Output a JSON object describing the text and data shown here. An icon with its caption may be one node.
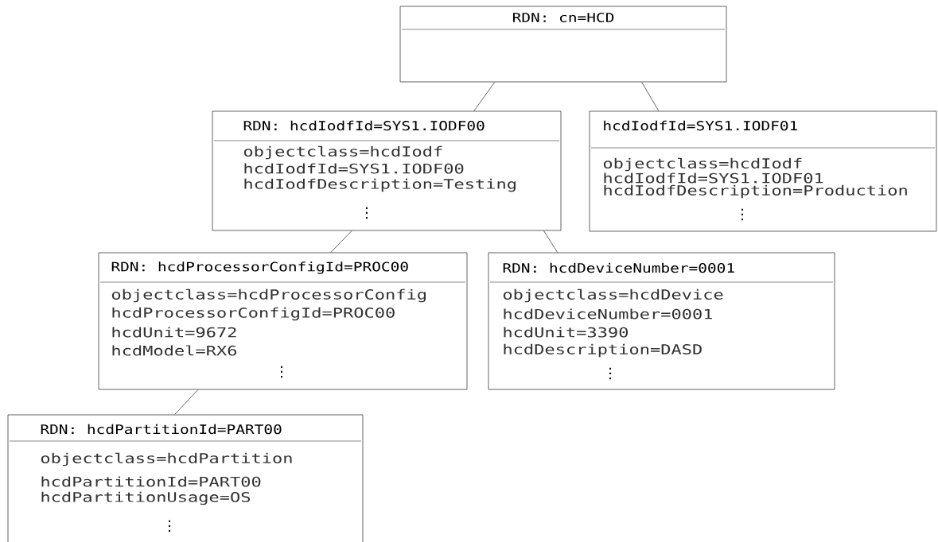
{
  "diagram": {
    "nodes": [
      {
        "text": [
          "RDN: cn=HCD"
        ]
      },
      {
        "text": [
          "RDN: hcdIodfId=SYS1.IODF00",
          "objectclass=hcdIodf",
          "hcdIodfId=SYS1.IODF00",
          "hcdIodfDescription=Testing",
          "⋮"
        ]
      },
      {
        "text": [
          "hcdIodfId=SYS1.IODF01",
          "objectclass=hcdIodf",
          "hcdIodfId=SYS1.IODF01",
          "hcdIodfDescription=Production",
          "⋮"
        ]
      },
      {
        "text": [
          "RDN: hcdProcessorConfigId=PROC00",
          "objectclass=hcdProcessorConfig",
          "hcdProcessorConfigId=PROC00",
          "hcdUnit=9672",
          "hcdModel=RX6",
          "⋮"
        ]
      },
      {
        "text": [
          "RDN: hcdDeviceNumber=0001",
          "objectclass=hcdDevice",
          "hcdDeviceNumber=0001",
          "hcdUnit=3390",
          "hcdDescription=DASD",
          "⋮"
        ]
      },
      {
        "text": [
          "RDN: hcdPartitionId=PART00",
          "objectclass=hcdPartition",
          "hcdPartitionId=PART00",
          "hcdPartitionUsage=OS",
          "⋮"
        ]
      }
    ],
    "edges": [
      {
        "from": 0,
        "to": 1,
        "arrow": "none"
      },
      {
        "from": 0,
        "to": 2,
        "arrow": "none"
      },
      {
        "from": 1,
        "to": 3,
        "arrow": "none"
      },
      {
        "from": 1,
        "to": 4,
        "arrow": "none"
      },
      {
        "from": 3,
        "to": 5,
        "arrow": "none"
      }
    ]
  }
}
